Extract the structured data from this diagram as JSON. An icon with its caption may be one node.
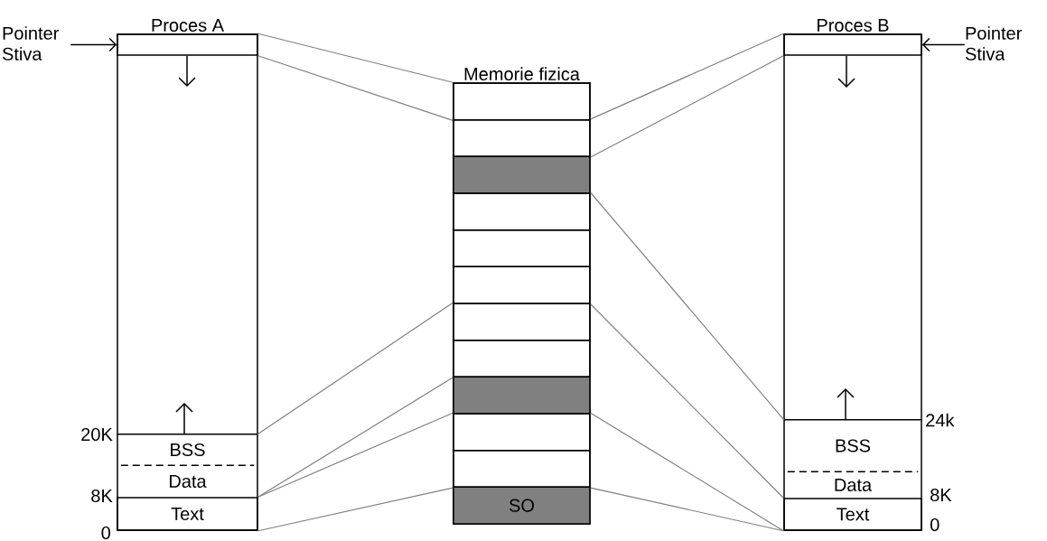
{
  "diagram": {
    "nodes": [
      {
        "text": [
          "Proces A"
        ]
      },
      {
        "text": [],
        "shape": "box",
        "in": 0
      },
      {
        "text": [
          "BSS"
        ],
        "in": 0
      },
      {
        "text": [
          "Data"
        ],
        "in": 0
      },
      {
        "text": [
          "Text"
        ],
        "in": 0
      },
      {
        "text": [
          "Memorie fizica"
        ]
      },
      {
        "text": [],
        "shape": "box",
        "in": 5
      },
      {
        "text": [],
        "shape": "box",
        "in": 5
      },
      {
        "text": [],
        "shape": "box",
        "in": 5
      },
      {
        "text": [],
        "shape": "box",
        "in": 5
      },
      {
        "text": [],
        "shape": "box",
        "in": 5
      },
      {
        "text": [],
        "shape": "box",
        "in": 5
      },
      {
        "text": [],
        "shape": "box",
        "in": 5
      },
      {
        "text": [],
        "shape": "box",
        "in": 5
      },
      {
        "text": [],
        "shape": "box",
        "in": 5
      },
      {
        "text": [],
        "shape": "box",
        "in": 5
      },
      {
        "text": [],
        "shape": "box",
        "in": 5
      },
      {
        "text": [
          "SO"
        ],
        "in": 5
      },
      {
        "text": [
          "Proces B"
        ]
      },
      {
        "text": [],
        "shape": "box",
        "in": 18
      },
      {
        "text": [
          "BSS"
        ],
        "in": 18
      },
      {
        "text": [
          "Data"
        ],
        "in": 18
      },
      {
        "text": [
          "Text"
        ],
        "in": 18
      },
      {
        "text": [
          "Pointer Stiva"
        ]
      },
      {
        "text": [
          "Pointer Stiva"
        ]
      }
    ],
    "edges": [
      {
        "from": 1,
        "to": 6,
        "arrow": "none"
      },
      {
        "from": 1,
        "to": 6,
        "arrow": "none"
      },
      {
        "from": 2,
        "to": 12,
        "arrow": "none"
      },
      {
        "from": 4,
        "to": 13,
        "arrow": "none"
      },
      {
        "from": 4,
        "to": 15,
        "arrow": "none"
      },
      {
        "from": 4,
        "to": 16,
        "arrow": "none"
      },
      {
        "from": 7,
        "to": 19,
        "arrow": "none"
      },
      {
        "from": 7,
        "to": 19,
        "arrow": "none"
      },
      {
        "from": 9,
        "to": 20,
        "arrow": "none"
      },
      {
        "from": 11,
        "to": 22,
        "arrow": "none"
      },
      {
        "from": 15,
        "to": 22,
        "arrow": "none"
      },
      {
        "from": 16,
        "to": 22,
        "arrow": "none"
      },
      {
        "from": 23,
        "to": 1,
        "arrow": "to",
        "color": "#000000"
      },
      {
        "from": 24,
        "to": 19,
        "arrow": "to",
        "color": "#000000"
      }
    ],
    "labels": [
      "20K",
      "8K",
      "0",
      "24k",
      "8K",
      "0"
    ]
  }
}
